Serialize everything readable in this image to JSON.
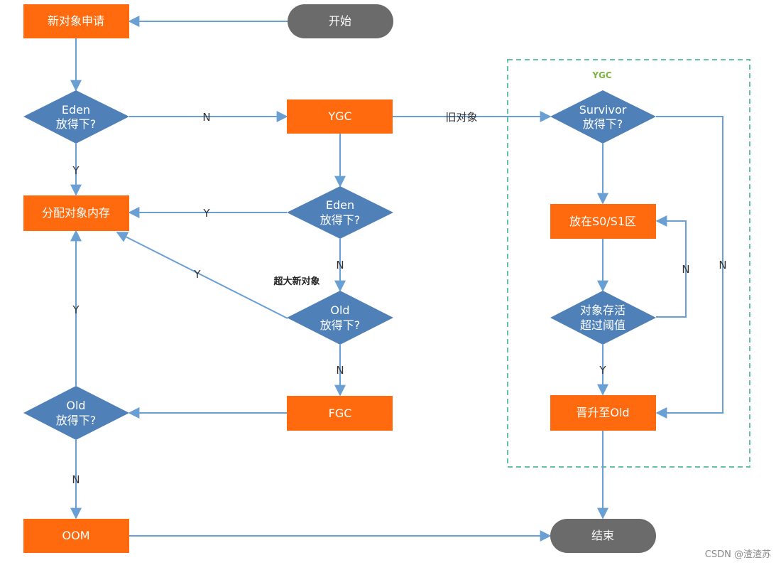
{
  "colors": {
    "process": "#ff6a0e",
    "decision": "#4f81b8",
    "terminal": "#6b6b6b",
    "edge": "#6a9fd4",
    "group_border": "#66c2a0",
    "group_label": "#7cb342",
    "text_on_shape": "#ffffff"
  },
  "nodes": {
    "start": "开始",
    "new_object": "新对象申请",
    "eden_fit_1": [
      "Eden",
      "放得下?"
    ],
    "ygc": "YGC",
    "allocate": "分配对象内存",
    "eden_fit_2": [
      "Eden",
      "放得下?"
    ],
    "old_fit_1": [
      "Old",
      "放得下?"
    ],
    "fgc": "FGC",
    "old_fit_2": [
      "Old",
      "放得下?"
    ],
    "oom": "OOM",
    "end": "结束",
    "survivor_fit": [
      "Survivor",
      "放得下?"
    ],
    "put_s0s1": "放在S0/S1区",
    "age_threshold": [
      "对象存活",
      "超过阈值"
    ],
    "promote_old": "晋升至Old"
  },
  "edges": {
    "eden1_no": "N",
    "eden1_yes": "Y",
    "old_objects": "旧对象",
    "eden2_yes": "Y",
    "eden2_no": "N",
    "huge_object": "超大新对象",
    "old1_yes": "Y",
    "old1_no": "N",
    "old2_yes": "Y",
    "old2_no": "N",
    "threshold_no": "N",
    "threshold_yes": "Y",
    "survivor_no": "N"
  },
  "group": {
    "label": "YGC"
  },
  "watermark": "CSDN @渣渣苏"
}
